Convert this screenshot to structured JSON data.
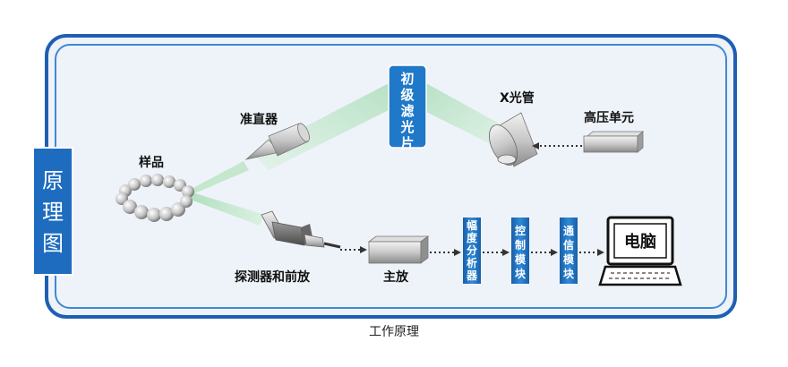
{
  "side_tab": [
    "原",
    "理",
    "图"
  ],
  "labels": {
    "sample": "样品",
    "collimator": "准直器",
    "filter": "初级滤光片",
    "xray_tube": "X光管",
    "hv_unit": "高压单元",
    "detector": "探测器和前放",
    "main_amp": "主放",
    "amp_analyzer": "幅度分析器",
    "control_module": "控制模块",
    "comm_module": "通信模块",
    "computer": "电脑"
  },
  "caption": "工作原理",
  "colors": {
    "frame_blue": "#1e5fb4",
    "module_blue": "#1f78c8",
    "beam_green": "#bfe6c8",
    "panel_bg": "#eef3f9"
  },
  "icons": [
    "sample-ring-icon",
    "collimator-icon",
    "xray-tube-icon",
    "hv-unit-icon",
    "detector-icon",
    "main-amp-icon",
    "computer-icon"
  ]
}
